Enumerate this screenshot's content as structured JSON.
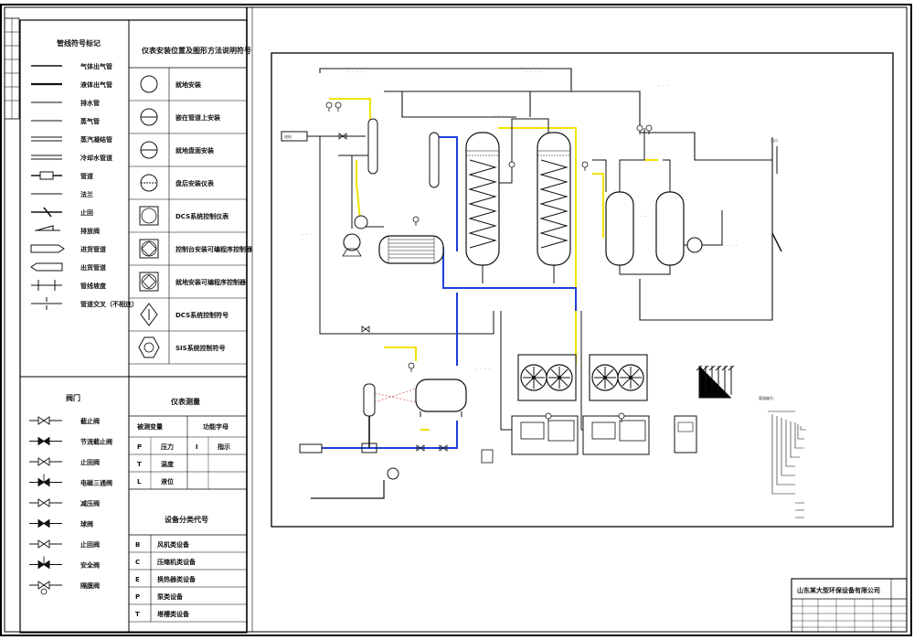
{
  "legend_pipes": {
    "title": "管线符号标记",
    "items": [
      "气体出气管",
      "液体出气管",
      "排水管",
      "蒸气管",
      "蒸汽凝结管",
      "冷却水管道",
      "管道",
      "法兰",
      "止回",
      "排放阀",
      "进货管道",
      "出货管道",
      "管线坡度",
      "管道交叉（不相连）"
    ]
  },
  "legend_instruments": {
    "title": "仪表安装位置及图形方法说明符号",
    "items": [
      "就地安装",
      "嵌在管道上安装",
      "就地盘面安装",
      "盘后安装仪表",
      "DCS系统控制仪表",
      "控制台安装可编程序控制器",
      "就地安装可编程序控制器",
      "DCS系统控制符号",
      "SIS系统控制符号"
    ]
  },
  "legend_valves": {
    "title": "阀门",
    "items": [
      "截止阀",
      "节流截止阀",
      "止回阀",
      "电磁三通阀",
      "减压阀",
      "球阀",
      "止回阀",
      "安全阀",
      "隔膜阀"
    ]
  },
  "instrument_table": {
    "title": "仪表测量",
    "headers": [
      "被测变量",
      "功能字母"
    ],
    "rows": [
      [
        "P",
        "压力",
        "I",
        "指示"
      ],
      [
        "T",
        "温度",
        "",
        ""
      ],
      [
        "L",
        "液位",
        "",
        ""
      ]
    ]
  },
  "function_table": {
    "title": "设备分类代号",
    "rows": [
      [
        "B",
        "风机类设备"
      ],
      [
        "C",
        "压缩机类设备"
      ],
      [
        "E",
        "换热器类设备"
      ],
      [
        "P",
        "泵类设备"
      ],
      [
        "T",
        "塔槽类设备"
      ]
    ]
  },
  "title_block": {
    "company": "山东某大型环保设备有限公司"
  },
  "diagram": {
    "inlet_tag": "进料",
    "outlet_tag": "出口",
    "callout_title": "管道编号：",
    "pipe_note": "管道编号"
  },
  "colors": {
    "process_line": "#111111",
    "blue_line": "#1f3fd8",
    "yellow_line": "#f2e200",
    "red_tag": "#cc3333",
    "border": "#000000"
  }
}
